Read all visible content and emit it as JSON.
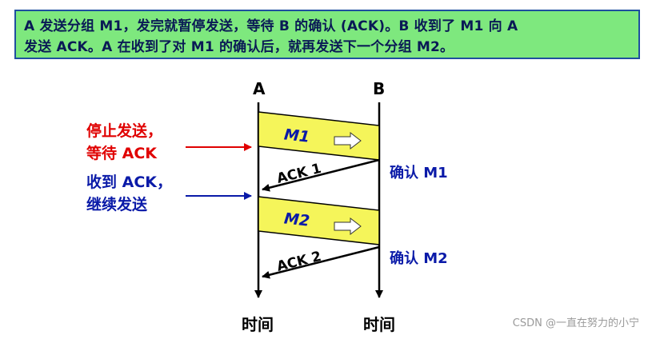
{
  "banner": {
    "line1": "A 发送分组 M1，发完就暂停发送，等待 B 的确认 (ACK)。B 收到了 M1 向 A",
    "line2": "发送  ACK。A 在收到了对 M1 的确认后，就再发送下一个分组  M2。"
  },
  "endpoints": {
    "a": "A",
    "b": "B"
  },
  "notes": {
    "stop_line1": "停止发送，",
    "stop_line2": "等待 ACK",
    "resume_line1": "收到 ACK，",
    "resume_line2": "继续发送"
  },
  "packets": {
    "m1": "M1",
    "m2": "M2"
  },
  "acks": {
    "ack1": "ACK 1",
    "ack2": "ACK 2"
  },
  "confirms": {
    "m1": "确认 M1",
    "m2": "确认 M2"
  },
  "time_labels": {
    "a": "时间",
    "b": "时间"
  },
  "colors": {
    "banner_bg": "#7ee87e",
    "banner_border": "#1f4f9f",
    "packet_fill": "#f5f55a",
    "red": "#e00000",
    "blue": "#0a1aa8"
  },
  "watermark": "CSDN @一直在努力的小宁"
}
